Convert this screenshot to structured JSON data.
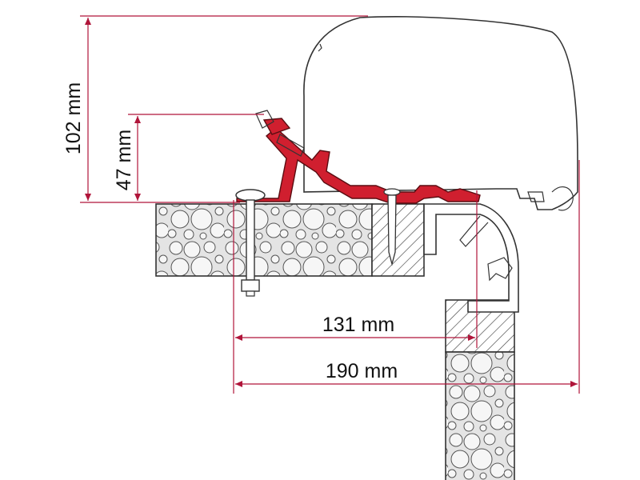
{
  "dimensions": {
    "total_height": "102 mm",
    "bracket_height": "47 mm",
    "inner_depth": "131 mm",
    "total_depth": "190 mm"
  },
  "colors": {
    "dimension_line": "#b0153a",
    "adapter_bracket": "#d01f2f",
    "outline": "#333333"
  }
}
